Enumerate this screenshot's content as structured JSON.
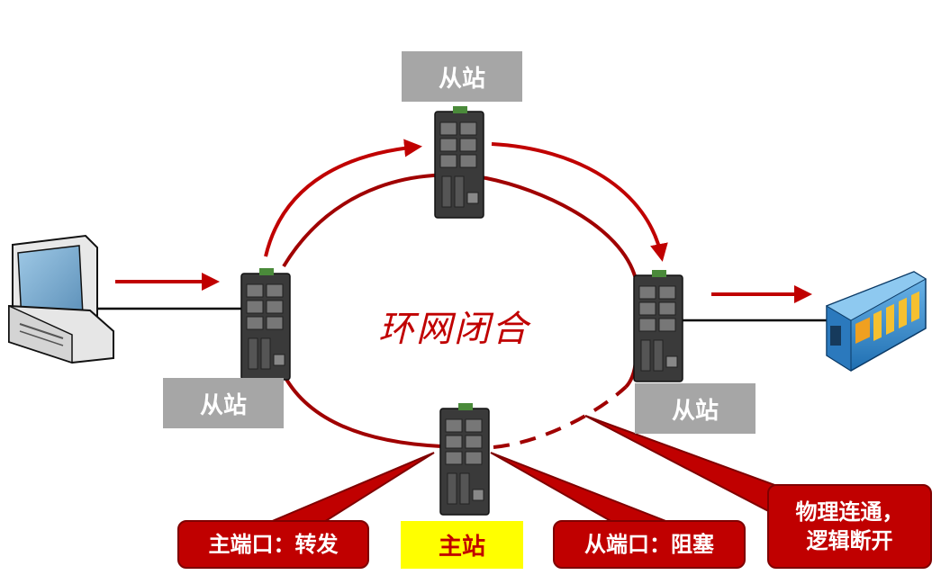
{
  "ring_title": "环网闭合",
  "labels": {
    "slave_top": "从站",
    "slave_left": "从站",
    "slave_right": "从站",
    "master": "主站"
  },
  "callouts": {
    "master_primary_port": "主端口：转发",
    "master_secondary_port": "从端口：阻塞",
    "link_state_line1": "物理连通，",
    "link_state_line2": "逻辑断开"
  },
  "colors": {
    "ring": "#a00000",
    "arrow": "#c00000",
    "callout_bg": "#c00000",
    "label_gray": "#a6a6a6",
    "master_label_bg": "#ffff00"
  },
  "icons": [
    "computer-icon",
    "switch-icon",
    "plc-icon"
  ]
}
